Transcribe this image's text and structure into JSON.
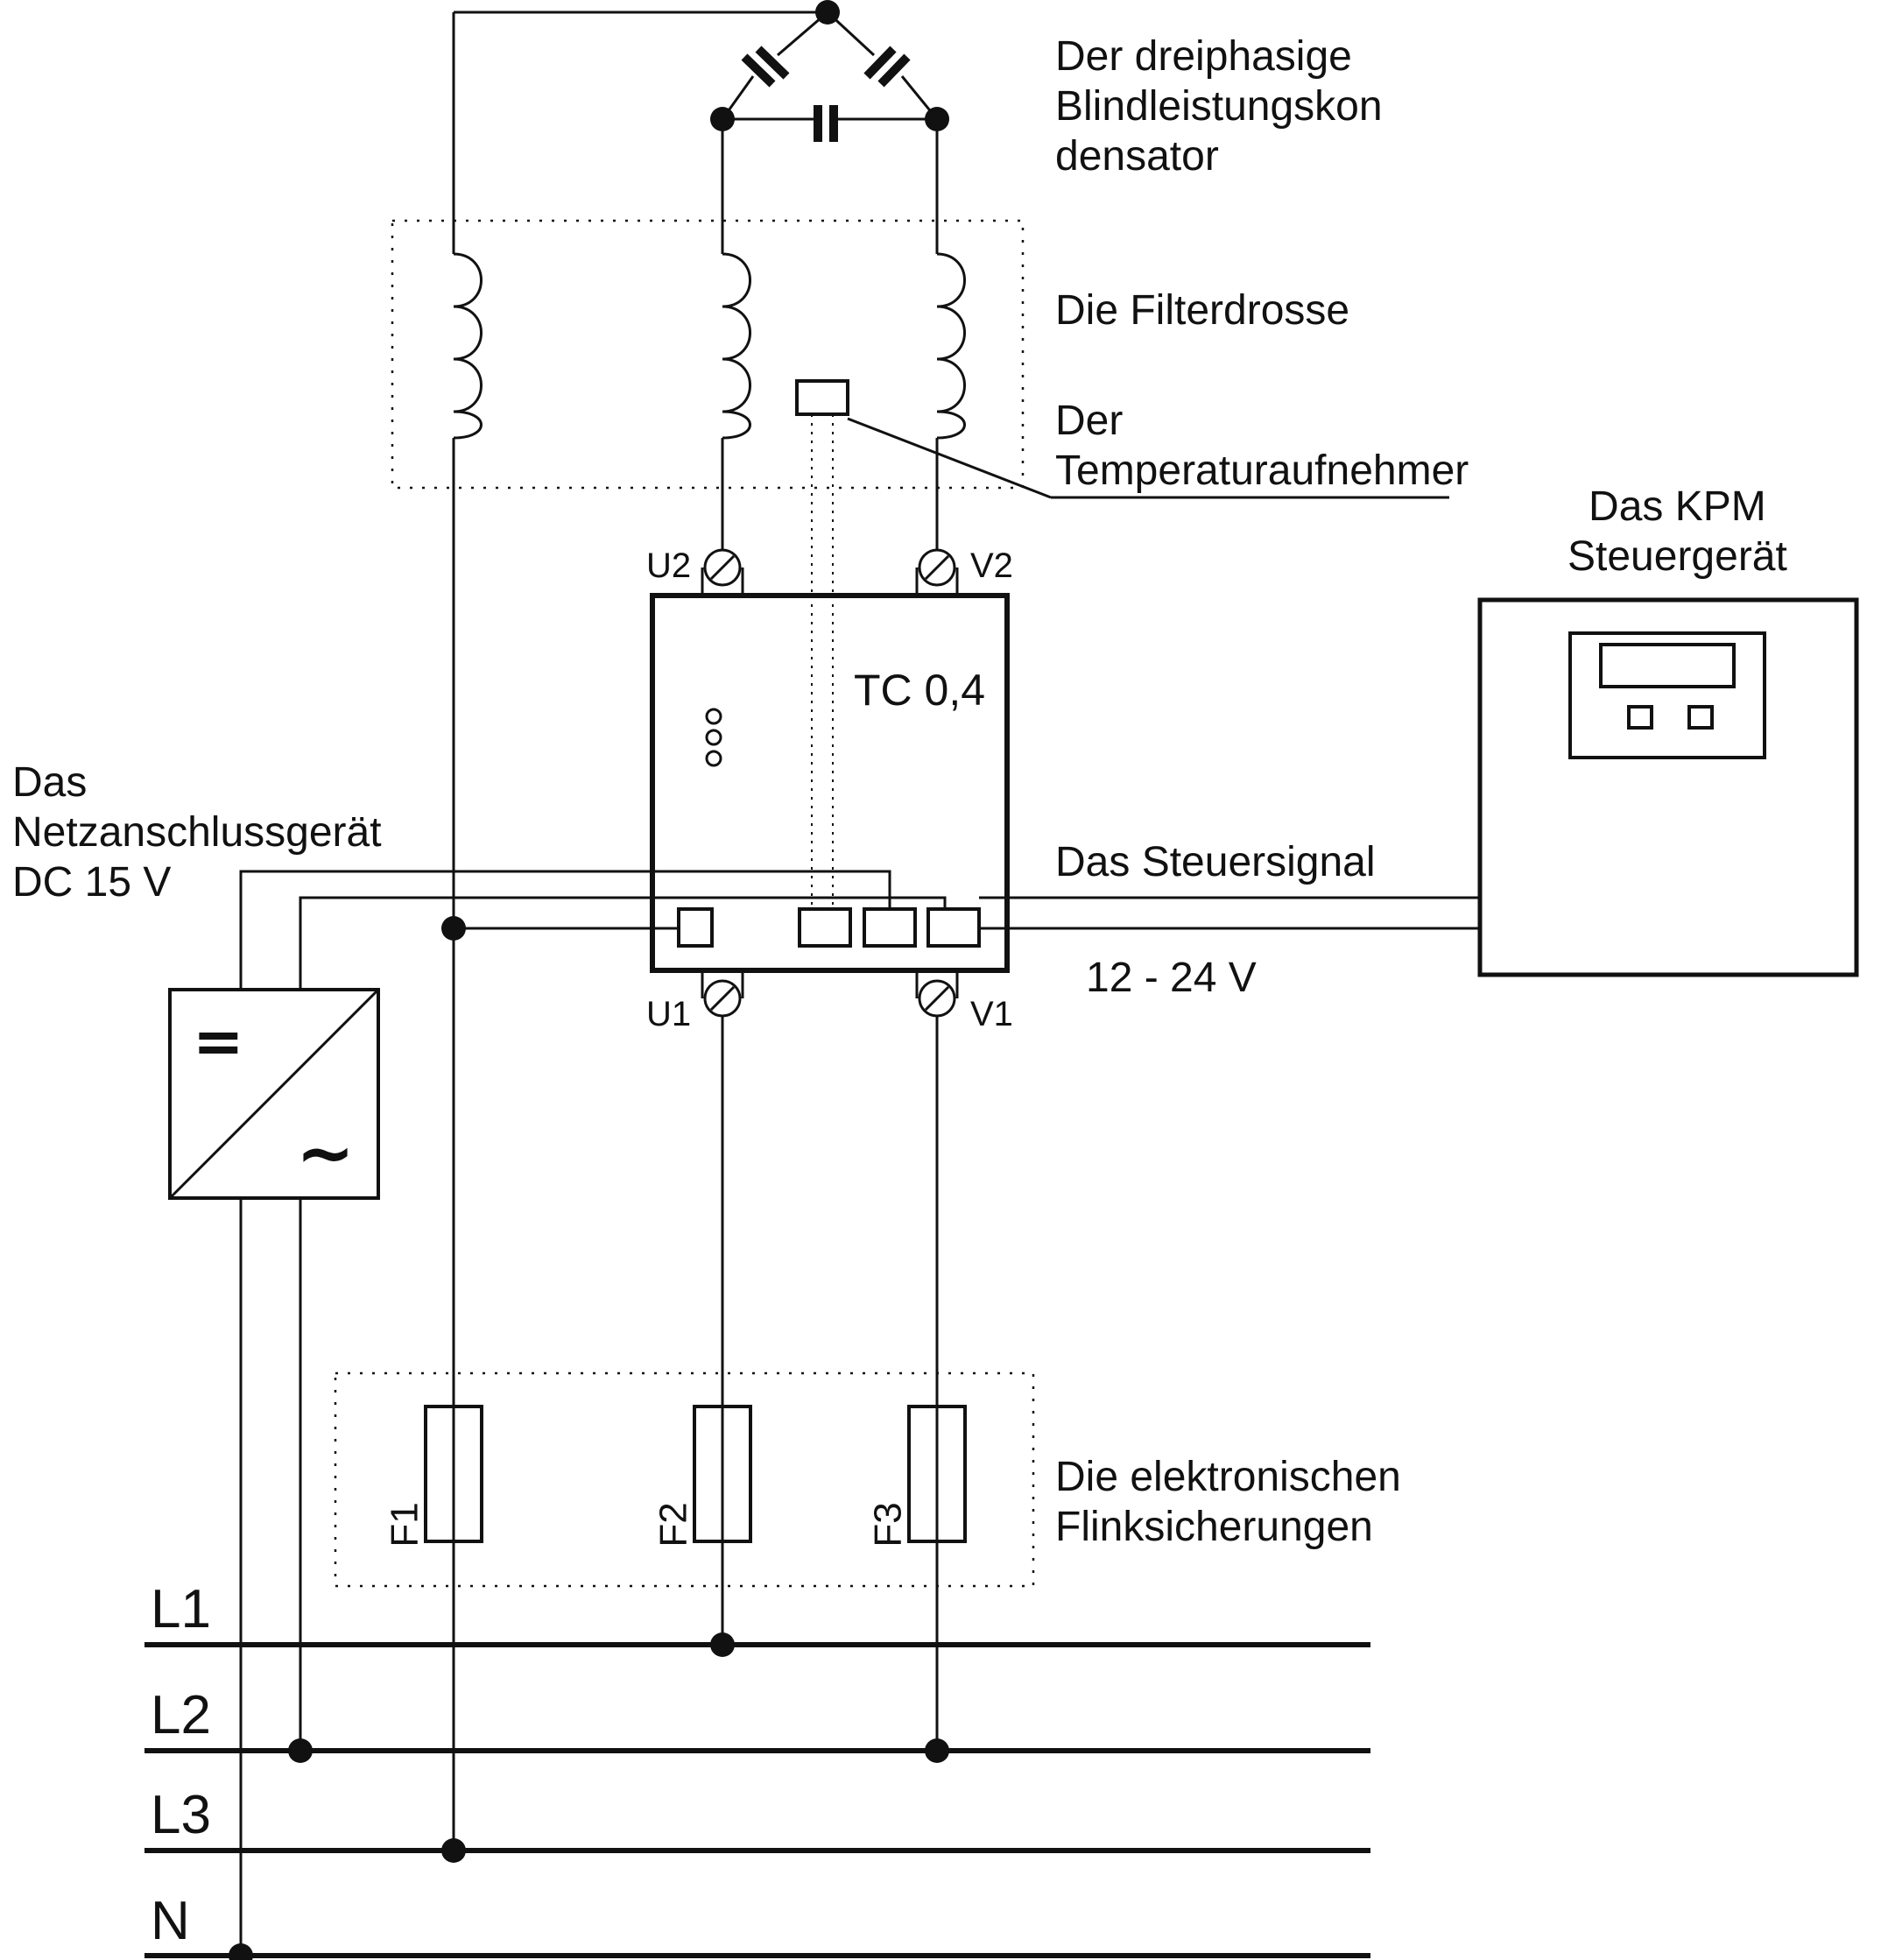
{
  "labels": {
    "capacitor": "Der dreiphasige\nBlindleistungskon\ndensator",
    "choke": "Die Filterdrosse",
    "temp_sensor": "Der\nTemperaturaufnehmer",
    "kpm": "Das KPM\nSteuergerät",
    "power_supply": "Das\nNetzanschlussgerät\nDC 15 V",
    "control_signal": "Das Steuersignal",
    "voltage_range": "12 - 24 V",
    "fuses": "Die elektronischen\nFlinksicherungen",
    "module": "TC 0,4"
  },
  "terminals": {
    "u2": "U2",
    "v2": "V2",
    "u1": "U1",
    "v1": "V1"
  },
  "fuse_labels": [
    "F1",
    "F2",
    "F3"
  ],
  "busbars": [
    "L1",
    "L2",
    "L3",
    "N"
  ],
  "converter_symbols": {
    "dc": "=",
    "ac": "~"
  },
  "colors": {
    "line": "#111111",
    "background": "#ffffff"
  }
}
